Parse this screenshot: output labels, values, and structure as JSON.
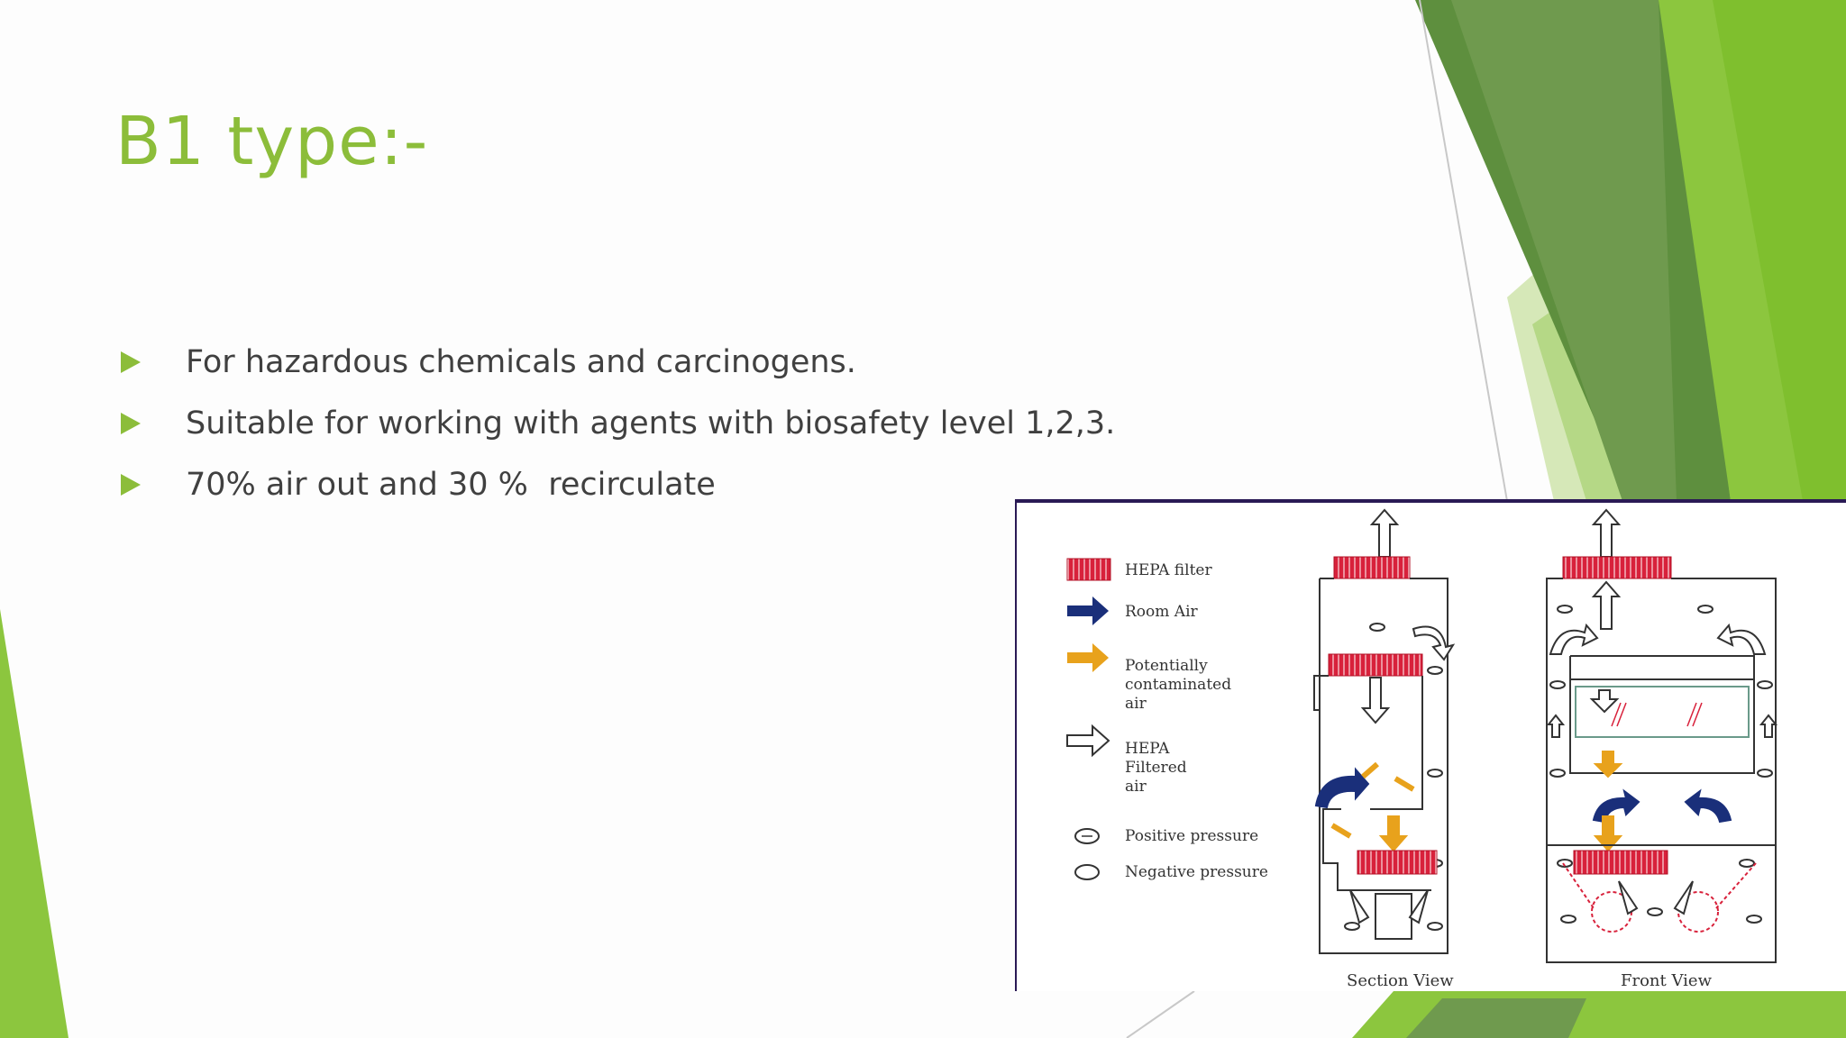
{
  "slide": {
    "title": "B1 type:-",
    "bullets": [
      "For hazardous chemicals and carcinogens.",
      "Suitable for working with agents with biosafety level 1,2,3.",
      "70% air out and 30 %  recirculate"
    ]
  },
  "figure": {
    "legend": {
      "hepa_filter": "HEPA filter",
      "room_air": "Room Air",
      "contaminated_1": "Potentially",
      "contaminated_2": "contaminated",
      "contaminated_3": "air",
      "hepa_filtered_1": "HEPA",
      "hepa_filtered_2": "Filtered",
      "hepa_filtered_3": "air",
      "positive_pressure": "Positive pressure",
      "negative_pressure": "Negative pressure"
    },
    "captions": {
      "section_view": "Section View",
      "front_view": "Front View"
    }
  },
  "colors": {
    "accent_green": "#8cbd3a",
    "dark_green": "#5e8f3e",
    "hepa_red": "#d8213b",
    "room_air_blue": "#1a2f7a",
    "contaminated_orange": "#e8a21c"
  }
}
